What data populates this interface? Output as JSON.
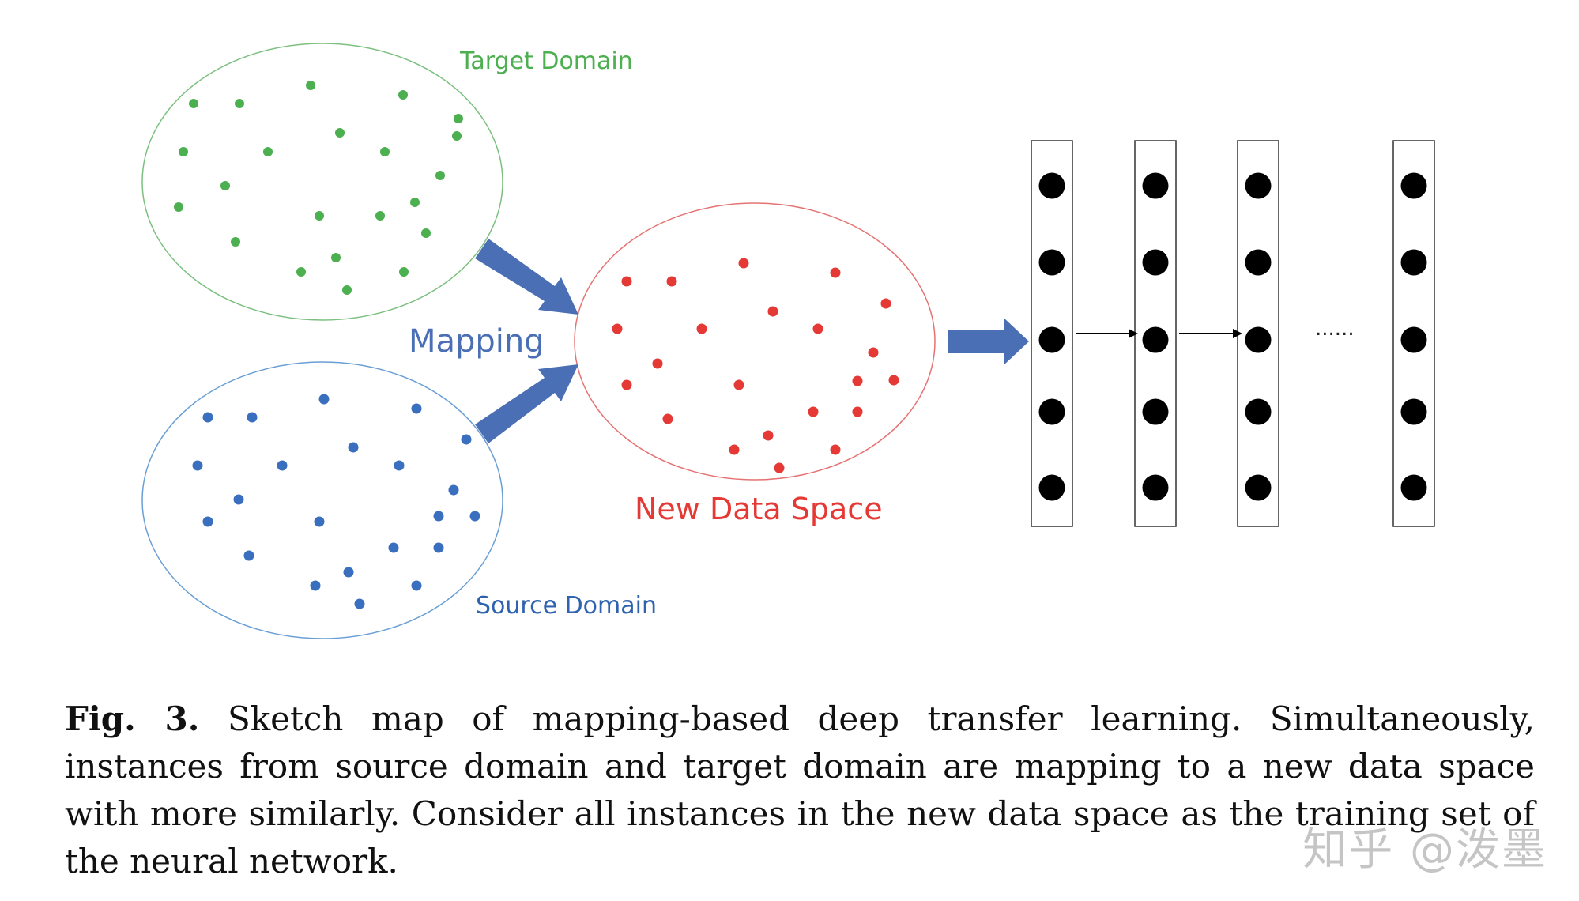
{
  "labels": {
    "target_domain": "Target Domain",
    "source_domain": "Source Domain",
    "mapping": "Mapping",
    "new_data_space": "New Data Space",
    "ellipsis": "......"
  },
  "colors": {
    "target": "#4caf50",
    "source": "#3a6fc0",
    "new_space": "#e53935",
    "arrow": "#4a6fb5",
    "node": "#000000"
  },
  "caption": {
    "fig_label": "Fig. 3.",
    "text": "Sketch map of mapping-based deep transfer learning. Simultaneously, instances from source domain and target domain are mapping to a new data space with more similarly. Consider all instances in the new data space as the training set of the neural network."
  },
  "watermark": "知乎 @泼墨",
  "network": {
    "layers": 4,
    "nodes_per_layer": 5
  }
}
